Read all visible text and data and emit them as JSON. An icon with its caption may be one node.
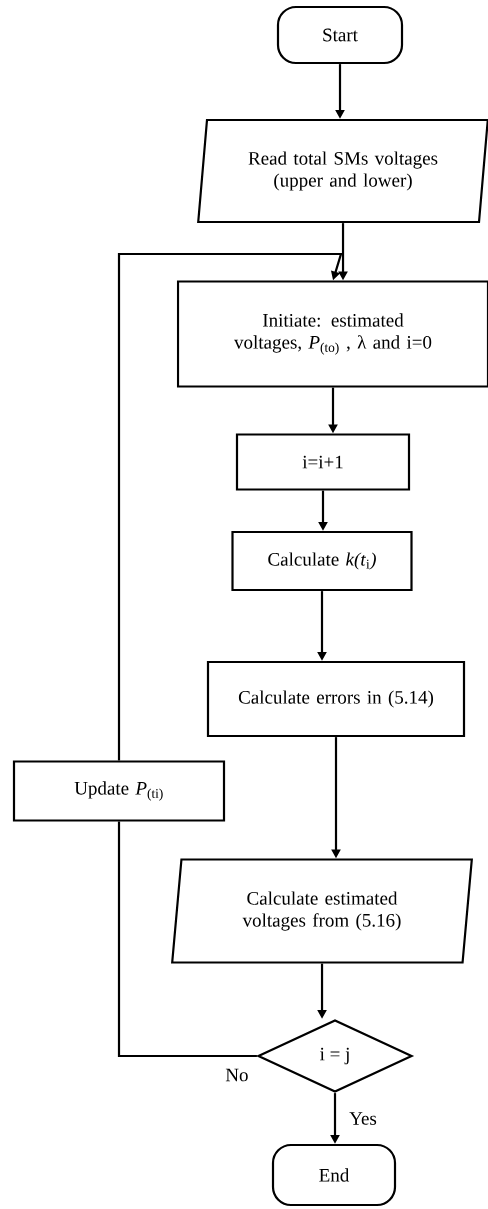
{
  "diagram": {
    "nodes": [
      {
        "text": [
          "Start"
        ]
      },
      {
        "text": [
          "Read total SMs voltages (upper and lower)"
        ]
      },
      {
        "text": [
          "Initiate: estimated voltages, *P*$_{(to)}$ , λ  and i=0"
        ]
      },
      {
        "text": [
          "i=i+1"
        ]
      },
      {
        "text": [
          "Calculate *k(t*$_{i}$*)*"
        ]
      },
      {
        "text": [
          "Calculate errors in (5.14)"
        ]
      },
      {
        "text": [
          "Update  *P*$_{(ti)}$"
        ]
      },
      {
        "text": [
          "Calculate estimated voltages from (5.16)"
        ]
      },
      {
        "text": [
          "i = j"
        ]
      },
      {
        "text": [
          "End"
        ]
      }
    ],
    "edges": [
      {
        "from": 0,
        "to": 1,
        "arrow": "to"
      },
      {
        "from": 1,
        "to": 2,
        "arrow": "to"
      },
      {
        "from": 2,
        "to": 3,
        "arrow": "to"
      },
      {
        "from": 3,
        "to": 4,
        "arrow": "to"
      },
      {
        "from": 4,
        "to": 5,
        "arrow": "to"
      },
      {
        "from": 5,
        "to": 7,
        "arrow": "to"
      },
      {
        "from": 7,
        "to": 8,
        "arrow": "to"
      },
      {
        "from": 8,
        "to": 9,
        "arrow": "to",
        "label": "Yes"
      },
      {
        "from": 8,
        "to": 6,
        "arrow": "none",
        "label": "No"
      },
      {
        "from": 6,
        "to": 2,
        "arrow": "to"
      }
    ]
  }
}
